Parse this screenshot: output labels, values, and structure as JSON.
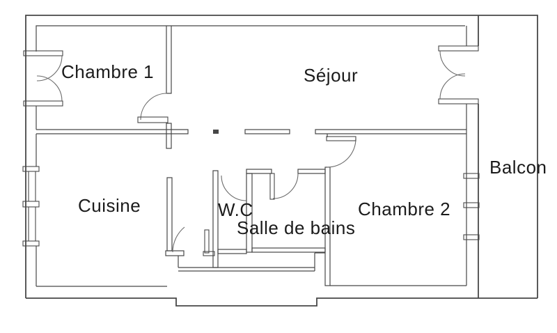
{
  "plan": {
    "type": "apartment-floor-plan",
    "rooms": [
      {
        "id": "chambre-1",
        "label": "Chambre 1"
      },
      {
        "id": "sejour",
        "label": "Séjour"
      },
      {
        "id": "cuisine",
        "label": "Cuisine"
      },
      {
        "id": "wc",
        "label": "W.C"
      },
      {
        "id": "salle-de-bains",
        "label": "Salle de bains"
      },
      {
        "id": "chambre-2",
        "label": "Chambre 2"
      },
      {
        "id": "balcon",
        "label": "Balcon"
      }
    ]
  },
  "colors": {
    "background": "#ffffff",
    "wall": "#474747",
    "door": "#6b6b6b",
    "text": "#1b1b1b"
  }
}
